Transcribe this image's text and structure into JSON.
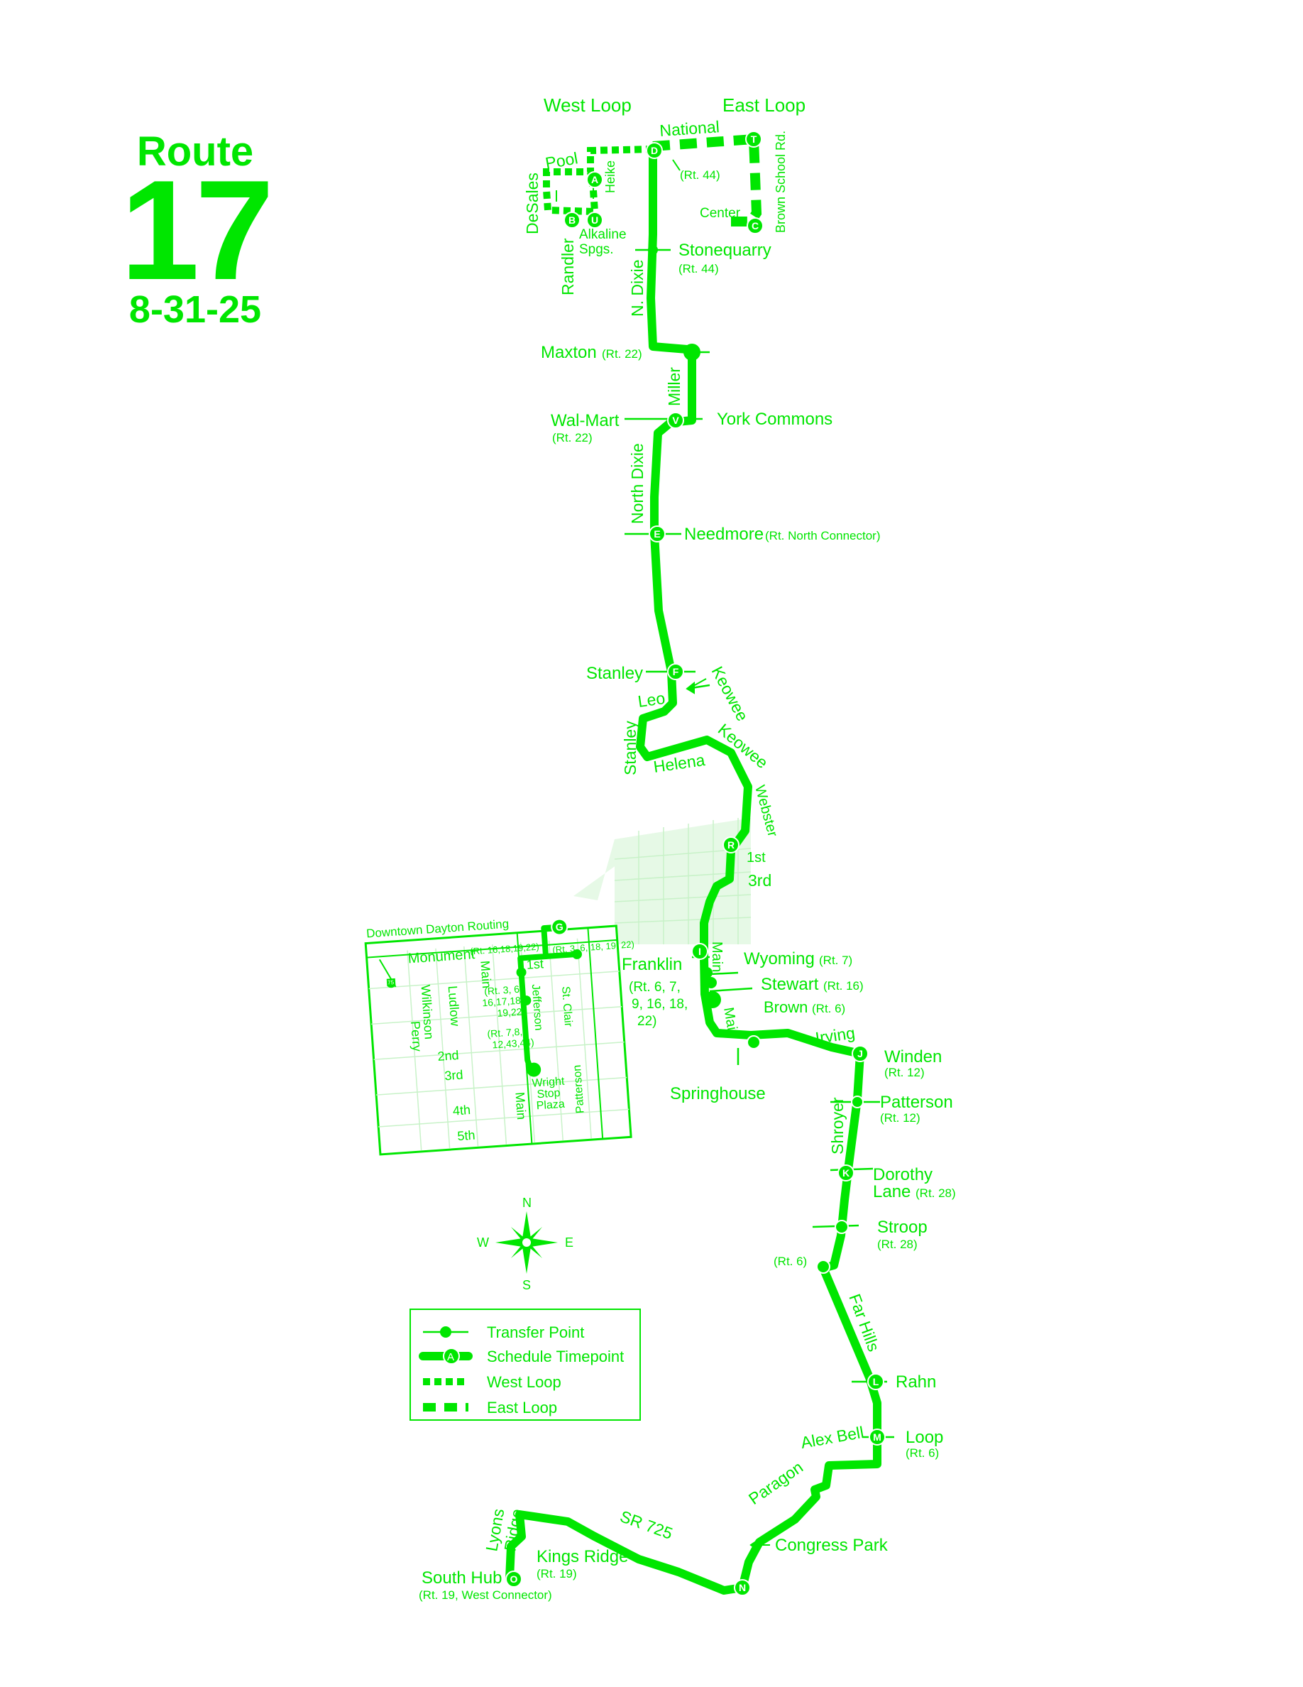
{
  "header": {
    "route_word": "Route",
    "route_number": "17",
    "effective_date": "8-31-25"
  },
  "colors": {
    "route": "#00e600",
    "background": "#ffffff",
    "inset_shade": "#e6f9e6"
  },
  "loops": {
    "west": "West Loop",
    "east": "East Loop"
  },
  "streets": {
    "national": "National",
    "pool": "Pool",
    "desales": "DeSales",
    "heike": "Heike",
    "alkaline": "Alkaline",
    "spgs": "Spgs.",
    "randler": "Randler",
    "center": "Center",
    "brown_school": "Brown School Rd.",
    "n_dixie": "N. Dixie",
    "miller": "Miller",
    "north_dixie": "North Dixie",
    "keowee": "Keowee",
    "leo": "Leo",
    "stanley": "Stanley",
    "helena": "Helena",
    "webster": "Webster",
    "first": "1st",
    "third": "3rd",
    "main": "Main",
    "irving": "Irving",
    "shroyer": "Shroyer",
    "far_hills": "Far Hills",
    "alex_bell": "Alex Bell",
    "paragon": "Paragon",
    "sr725": "SR 725",
    "lyons": "Lyons",
    "ridge": "Ridge"
  },
  "stops": {
    "national_rt": "(Rt. 44)",
    "stonequarry": "Stonequarry",
    "stonequarry_rt": "(Rt. 44)",
    "maxton": "Maxton",
    "maxton_rt": "(Rt. 22)",
    "walmart": "Wal-Mart",
    "walmart_rt": "(Rt. 22)",
    "york_commons": "York Commons",
    "needmore": "Needmore",
    "needmore_rt": "(Rt. North Connector)",
    "stanley": "Stanley",
    "franklin": "Franklin",
    "franklin_rt1": "(Rt. 6, 7,",
    "franklin_rt2": "9, 16, 18,",
    "franklin_rt3": "22)",
    "wyoming": "Wyoming",
    "wyoming_rt": "(Rt. 7)",
    "stewart": "Stewart",
    "stewart_rt": "(Rt. 16)",
    "brown": "Brown",
    "brown_rt": "(Rt. 6)",
    "springhouse": "Springhouse",
    "winden": "Winden",
    "winden_rt": "(Rt. 12)",
    "patterson": "Patterson",
    "patterson_rt": "(Rt. 12)",
    "dorothy": "Dorothy",
    "lane": "Lane",
    "dorothy_rt": "(Rt. 28)",
    "stroop": "Stroop",
    "stroop_rt": "(Rt. 28)",
    "rt6": "(Rt. 6)",
    "rahn": "Rahn",
    "loop": "Loop",
    "loop_rt": "(Rt. 6)",
    "congress_park": "Congress Park",
    "kings_ridge": "Kings Ridge",
    "kings_ridge_rt": "(Rt. 19)",
    "south_hub": "South Hub",
    "south_hub_rt": "(Rt. 19, West Connector)"
  },
  "timepoints": [
    "A",
    "B",
    "C",
    "D",
    "E",
    "F",
    "G",
    "I",
    "J",
    "K",
    "L",
    "M",
    "N",
    "O",
    "R",
    "T",
    "U",
    "V"
  ],
  "downtown": {
    "title": "Downtown Dayton Routing",
    "monument": "Monument",
    "monument_rt": "(Rt. 16,18,19,22)",
    "first_rt": "(Rt. 3, 6, 18, 19, 22)",
    "main": "Main",
    "main_rt1": "(Rt. 3, 6,",
    "main_rt2": "16,17,18,",
    "main_rt3": "19,22)",
    "jefferson_rt1": "(Rt. 7,8,9",
    "jefferson_rt2": "12,43,44)",
    "first": "1st",
    "second": "2nd",
    "third": "3rd",
    "fourth": "4th",
    "fifth": "5th",
    "wilkinson": "Wilkinson",
    "perry": "Perry",
    "ludlow": "Ludlow",
    "jefferson": "Jefferson",
    "st_clair": "St. Clair",
    "patterson": "Patterson",
    "wright": "Wright",
    "stop": "Stop",
    "plaza": "Plaza",
    "interstate": "75"
  },
  "compass": {
    "n": "N",
    "s": "S",
    "e": "E",
    "w": "W"
  },
  "legend": {
    "transfer": "Transfer Point",
    "timepoint": "Schedule Timepoint",
    "timepoint_letter": "A",
    "west_loop": "West Loop",
    "east_loop": "East Loop"
  }
}
